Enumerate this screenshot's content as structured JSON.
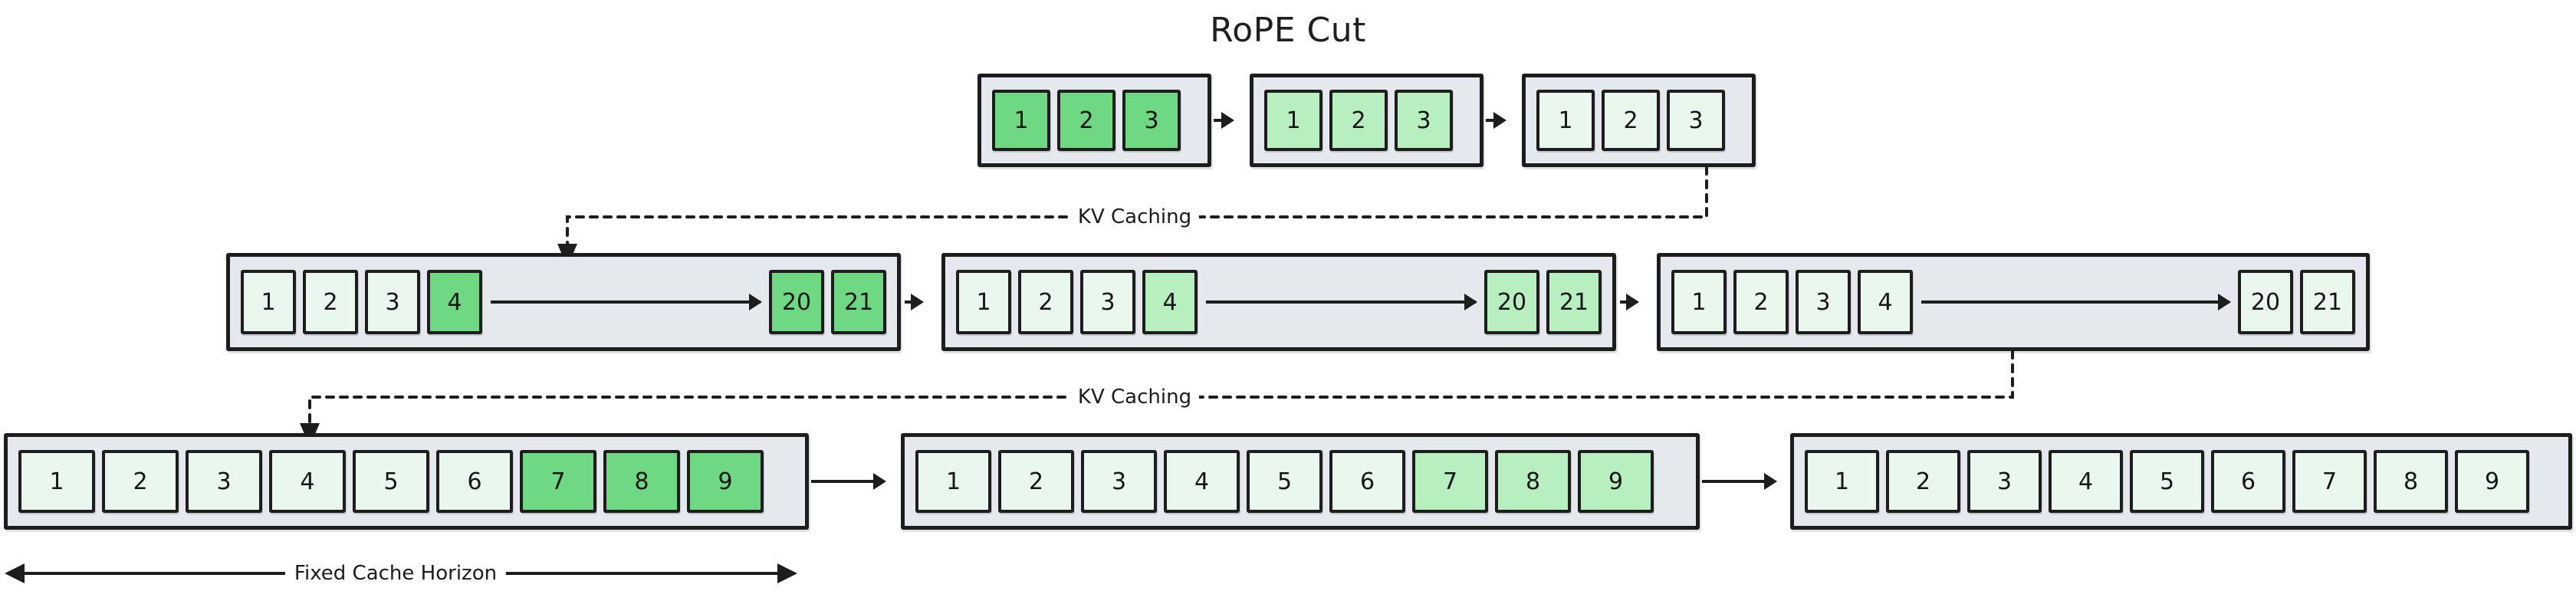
{
  "title": "RoPE Cut",
  "labels": {
    "kv_caching": "KV Caching",
    "fixed_cache_horizon": "Fixed Cache Horizon"
  },
  "colors": {
    "cell_dark_green": "#6ed882",
    "cell_mid_green": "#b8efc0",
    "cell_pale_green": "#eaf7ee",
    "container_fill": "#e5e9ed",
    "stroke": "#1d1d1d",
    "background": "#ffffff"
  },
  "rows": [
    {
      "name": "row-1",
      "groups": [
        {
          "name": "row1-group1",
          "cells": [
            {
              "label": "1",
              "tone": "dark"
            },
            {
              "label": "2",
              "tone": "dark"
            },
            {
              "label": "3",
              "tone": "dark"
            }
          ],
          "has_inner_arrow": false
        },
        {
          "name": "row1-group2",
          "cells": [
            {
              "label": "1",
              "tone": "mid"
            },
            {
              "label": "2",
              "tone": "mid"
            },
            {
              "label": "3",
              "tone": "mid"
            }
          ],
          "has_inner_arrow": false
        },
        {
          "name": "row1-group3",
          "cells": [
            {
              "label": "1",
              "tone": "pale"
            },
            {
              "label": "2",
              "tone": "pale"
            },
            {
              "label": "3",
              "tone": "pale"
            }
          ],
          "has_inner_arrow": false
        }
      ]
    },
    {
      "name": "row-2",
      "groups": [
        {
          "name": "row2-group1",
          "cells": [
            {
              "label": "1",
              "tone": "pale"
            },
            {
              "label": "2",
              "tone": "pale"
            },
            {
              "label": "3",
              "tone": "pale"
            },
            {
              "label": "4",
              "tone": "dark"
            },
            {
              "label": "20",
              "tone": "dark"
            },
            {
              "label": "21",
              "tone": "dark"
            }
          ],
          "has_inner_arrow": true,
          "arrow_after_index": 3
        },
        {
          "name": "row2-group2",
          "cells": [
            {
              "label": "1",
              "tone": "pale"
            },
            {
              "label": "2",
              "tone": "pale"
            },
            {
              "label": "3",
              "tone": "pale"
            },
            {
              "label": "4",
              "tone": "mid"
            },
            {
              "label": "20",
              "tone": "mid"
            },
            {
              "label": "21",
              "tone": "mid"
            }
          ],
          "has_inner_arrow": true,
          "arrow_after_index": 3
        },
        {
          "name": "row2-group3",
          "cells": [
            {
              "label": "1",
              "tone": "pale"
            },
            {
              "label": "2",
              "tone": "pale"
            },
            {
              "label": "3",
              "tone": "pale"
            },
            {
              "label": "4",
              "tone": "pale"
            },
            {
              "label": "20",
              "tone": "pale"
            },
            {
              "label": "21",
              "tone": "pale"
            }
          ],
          "has_inner_arrow": true,
          "arrow_after_index": 3
        }
      ]
    },
    {
      "name": "row-3",
      "groups": [
        {
          "name": "row3-group1",
          "cells": [
            {
              "label": "1",
              "tone": "pale"
            },
            {
              "label": "2",
              "tone": "pale"
            },
            {
              "label": "3",
              "tone": "pale"
            },
            {
              "label": "4",
              "tone": "pale"
            },
            {
              "label": "5",
              "tone": "pale"
            },
            {
              "label": "6",
              "tone": "pale"
            },
            {
              "label": "7",
              "tone": "dark"
            },
            {
              "label": "8",
              "tone": "dark"
            },
            {
              "label": "9",
              "tone": "dark"
            }
          ],
          "has_inner_arrow": false
        },
        {
          "name": "row3-group2",
          "cells": [
            {
              "label": "1",
              "tone": "pale"
            },
            {
              "label": "2",
              "tone": "pale"
            },
            {
              "label": "3",
              "tone": "pale"
            },
            {
              "label": "4",
              "tone": "pale"
            },
            {
              "label": "5",
              "tone": "pale"
            },
            {
              "label": "6",
              "tone": "pale"
            },
            {
              "label": "7",
              "tone": "mid"
            },
            {
              "label": "8",
              "tone": "mid"
            },
            {
              "label": "9",
              "tone": "mid"
            }
          ],
          "has_inner_arrow": false
        },
        {
          "name": "row3-group3",
          "cells": [
            {
              "label": "1",
              "tone": "pale"
            },
            {
              "label": "2",
              "tone": "pale"
            },
            {
              "label": "3",
              "tone": "pale"
            },
            {
              "label": "4",
              "tone": "pale"
            },
            {
              "label": "5",
              "tone": "pale"
            },
            {
              "label": "6",
              "tone": "pale"
            },
            {
              "label": "7",
              "tone": "pale"
            },
            {
              "label": "8",
              "tone": "pale"
            },
            {
              "label": "9",
              "tone": "pale"
            }
          ],
          "has_inner_arrow": false
        }
      ]
    }
  ]
}
